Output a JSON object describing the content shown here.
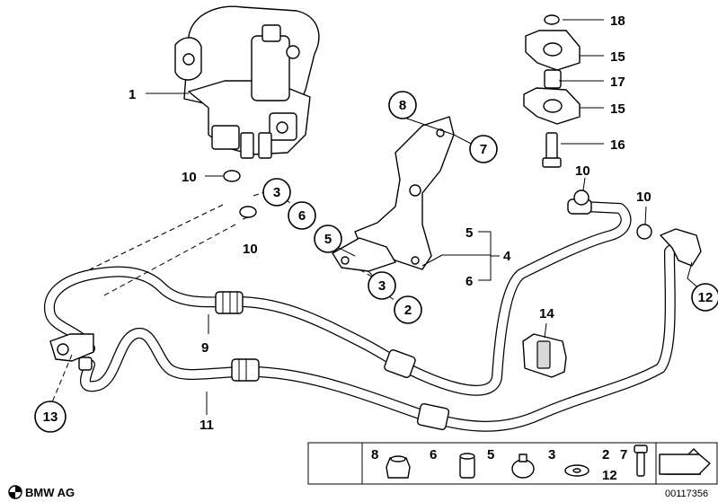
{
  "callouts": {
    "c1": "1",
    "c2": "2",
    "c3a": "3",
    "c3b": "3",
    "c4": "4",
    "c5a": "5",
    "c5b": "5",
    "c6a": "6",
    "c6b": "6",
    "c7": "7",
    "c8": "8",
    "c9": "9",
    "c10a": "10",
    "c10b": "10",
    "c10c": "10",
    "c10d": "10",
    "c11": "11",
    "c12": "12",
    "c13": "13",
    "c14": "14",
    "c15a": "15",
    "c15b": "15",
    "c16": "16",
    "c17": "17",
    "c18": "18"
  },
  "legend": {
    "l8": "8",
    "l6": "6",
    "l5": "5",
    "l3": "3",
    "l2": "2",
    "l7": "7",
    "l12": "12"
  },
  "footer": {
    "brand": "BMW AG",
    "diagram_code": "00117356"
  },
  "icons": {
    "brand_logo": "bmw-roundel-icon",
    "arrow": "next-arrow-icon"
  }
}
